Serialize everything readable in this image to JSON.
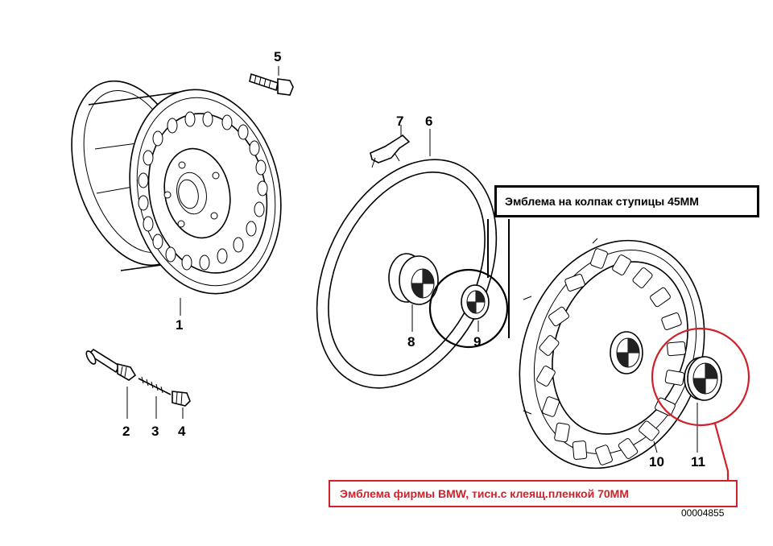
{
  "parts": {
    "p1": "1",
    "p2": "2",
    "p3": "3",
    "p4": "4",
    "p5": "5",
    "p6": "6",
    "p7": "7",
    "p8": "8",
    "p9": "9",
    "p10": "10",
    "p11": "11"
  },
  "callouts": {
    "hub_cap_emblem": "Эмблема на колпак ступицы 45MM",
    "bmw_emblem": "Эмблема фирмы BMW, тисн.с клеящ.пленкой 70MM"
  },
  "doc_number": "00004855",
  "colors": {
    "callout_black": "#000000",
    "callout_red": "#d0212a"
  }
}
